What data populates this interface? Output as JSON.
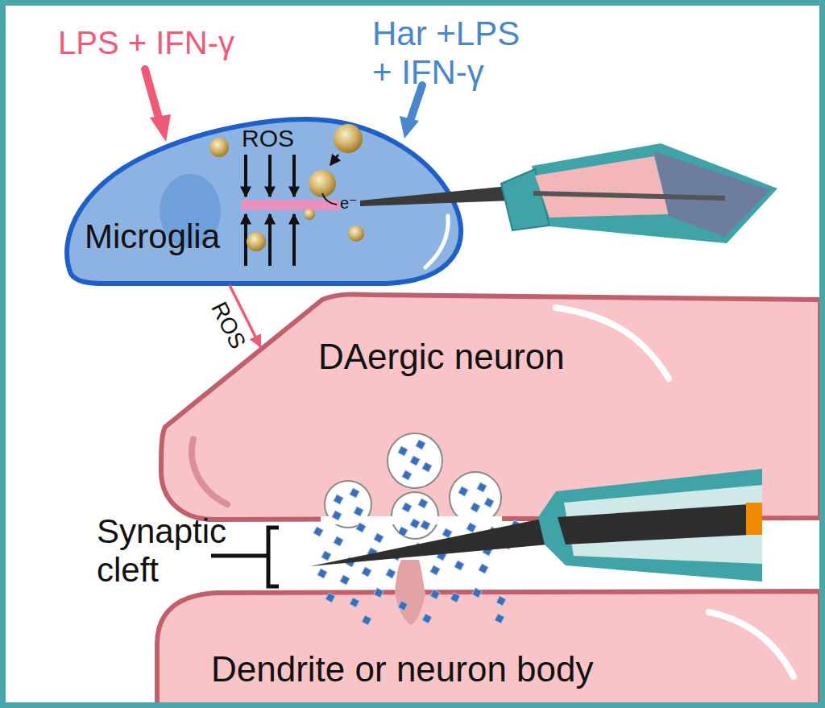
{
  "diagram": {
    "nodes": [
      {
        "text": [
          "ROS",
          "e⁻",
          "Microglia"
        ]
      },
      {
        "text": [
          "DAergic neuron"
        ]
      },
      {
        "text": [
          "Dendrite or neuron body"
        ]
      }
    ],
    "edges": [
      {
        "from": 0,
        "to": 1,
        "label": "ROS",
        "arrow": "to"
      }
    ],
    "labels": [
      "LPS + IFN-γ",
      "Har +LPS + IFN-γ",
      "Synaptic cleft"
    ]
  }
}
